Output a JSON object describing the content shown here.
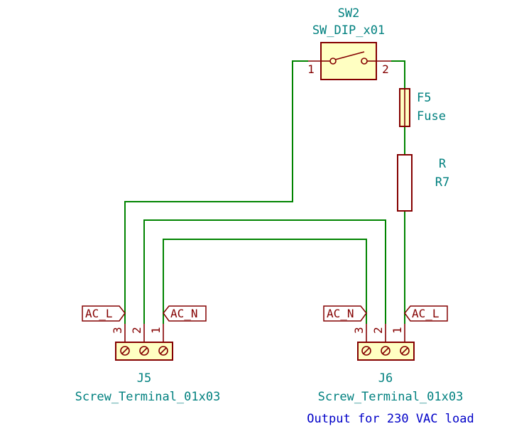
{
  "sw2": {
    "ref": "SW2",
    "value": "SW_DIP_x01",
    "pin1": "1",
    "pin2": "2"
  },
  "f5": {
    "ref": "F5",
    "value": "Fuse"
  },
  "r7": {
    "ref": "R",
    "value": "R7"
  },
  "j5": {
    "ref": "J5",
    "value": "Screw_Terminal_01x03",
    "pins": [
      "3",
      "2",
      "1"
    ]
  },
  "j6": {
    "ref": "J6",
    "value": "Screw_Terminal_01x03",
    "pins": [
      "3",
      "2",
      "1"
    ]
  },
  "labels": {
    "j5_left": "AC_L",
    "j5_right": "AC_N",
    "j6_left": "AC_N",
    "j6_right": "AC_L"
  },
  "note": "Output for 230 VAC load",
  "colors": {
    "wire": "#008400",
    "body": "#840000",
    "fill": "#ffffc2",
    "ref": "#00807f",
    "note": "#0000c8"
  }
}
